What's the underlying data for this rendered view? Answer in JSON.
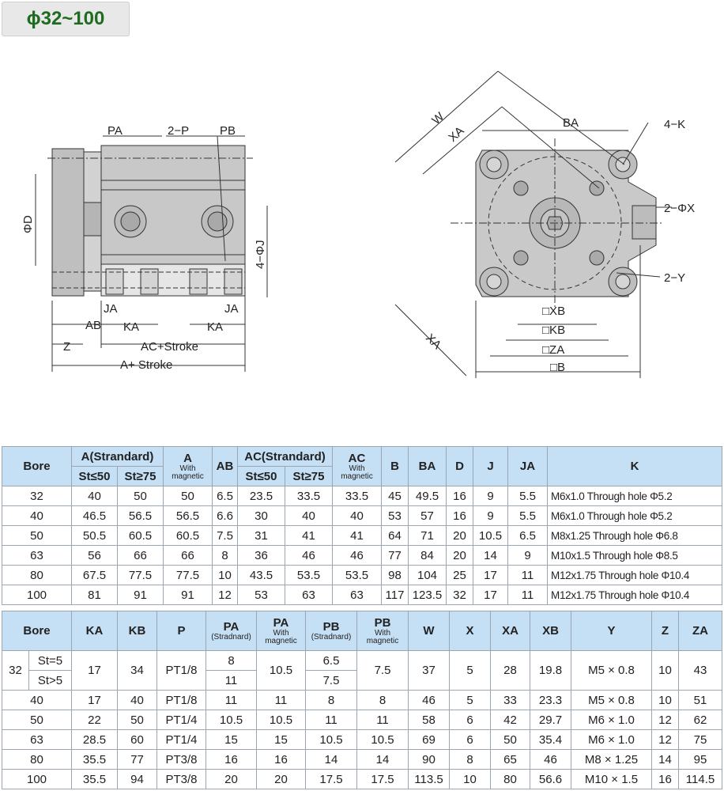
{
  "title": "ϕ32~100",
  "side_view": {
    "labels": {
      "pa": "PA",
      "p": "2−P",
      "pb": "PB",
      "d": "ΦD",
      "j": "4−ΦJ",
      "ja_left": "JA",
      "ja_right": "JA",
      "ab": "AB",
      "ka_left": "KA",
      "ka_right": "KA",
      "z": "Z",
      "ac": "AC+Stroke",
      "a": "A+ Stroke"
    }
  },
  "end_view": {
    "labels": {
      "w": "W",
      "xa_top": "XA",
      "ba": "BA",
      "k": "4−K",
      "x": "2−ΦX",
      "y": "2−Y",
      "xa_bottom": "XA",
      "xb": "□XB",
      "kb": "□KB",
      "za": "□ZA",
      "b": "□B"
    }
  },
  "table1": {
    "headers": {
      "bore": "Bore",
      "a_std": "A(Strandard)",
      "a_st50": "St≤50",
      "a_st75": "St≥75",
      "a_mag_1": "A",
      "a_mag_2": "With",
      "a_mag_3": "magnetic",
      "ab": "AB",
      "ac_std": "AC(Strandard)",
      "ac_st50": "St≤50",
      "ac_st75": "St≥75",
      "ac_mag_1": "AC",
      "ac_mag_2": "With",
      "ac_mag_3": "magnetic",
      "b": "B",
      "ba": "BA",
      "d": "D",
      "j": "J",
      "ja": "JA",
      "k": "K"
    },
    "rows": [
      {
        "bore": "32",
        "a50": "40",
        "a75": "50",
        "amag": "50",
        "ab": "6.5",
        "ac50": "23.5",
        "ac75": "33.5",
        "acmag": "33.5",
        "b": "45",
        "ba": "49.5",
        "d": "16",
        "j": "9",
        "ja": "5.5",
        "k": "M6x1.0 Through hole Φ5.2"
      },
      {
        "bore": "40",
        "a50": "46.5",
        "a75": "56.5",
        "amag": "56.5",
        "ab": "6.6",
        "ac50": "30",
        "ac75": "40",
        "acmag": "40",
        "b": "53",
        "ba": "57",
        "d": "16",
        "j": "9",
        "ja": "5.5",
        "k": "M6x1.0 Through hole Φ5.2"
      },
      {
        "bore": "50",
        "a50": "50.5",
        "a75": "60.5",
        "amag": "60.5",
        "ab": "7.5",
        "ac50": "31",
        "ac75": "41",
        "acmag": "41",
        "b": "64",
        "ba": "71",
        "d": "20",
        "j": "10.5",
        "ja": "6.5",
        "k": "M8x1.25 Through hole Φ6.8"
      },
      {
        "bore": "63",
        "a50": "56",
        "a75": "66",
        "amag": "66",
        "ab": "8",
        "ac50": "36",
        "ac75": "46",
        "acmag": "46",
        "b": "77",
        "ba": "84",
        "d": "20",
        "j": "14",
        "ja": "9",
        "k": "M10x1.5 Through hole Φ8.5"
      },
      {
        "bore": "80",
        "a50": "67.5",
        "a75": "77.5",
        "amag": "77.5",
        "ab": "10",
        "ac50": "43.5",
        "ac75": "53.5",
        "acmag": "53.5",
        "b": "98",
        "ba": "104",
        "d": "25",
        "j": "17",
        "ja": "11",
        "k": "M12x1.75 Through hole Φ10.4"
      },
      {
        "bore": "100",
        "a50": "81",
        "a75": "91",
        "amag": "91",
        "ab": "12",
        "ac50": "53",
        "ac75": "63",
        "acmag": "63",
        "b": "117",
        "ba": "123.5",
        "d": "32",
        "j": "17",
        "ja": "11",
        "k": "M12x1.75 Through hole Φ10.4"
      }
    ]
  },
  "table2": {
    "headers": {
      "bore": "Bore",
      "ka": "KA",
      "kb": "KB",
      "p": "P",
      "pa_std_1": "PA",
      "pa_std_2": "(Stradnard)",
      "pa_mag_1": "PA",
      "pa_mag_2": "With",
      "pa_mag_3": "magnetic",
      "pb_std_1": "PB",
      "pb_std_2": "(Stradnard)",
      "pb_mag_1": "PB",
      "pb_mag_2": "With",
      "pb_mag_3": "magnetic",
      "w": "W",
      "x": "X",
      "xa": "XA",
      "xb": "XB",
      "y": "Y",
      "z": "Z",
      "za": "ZA"
    },
    "row32": {
      "bore": "32",
      "st_a": "St=5",
      "st_b": "St>5",
      "ka": "17",
      "kb": "34",
      "p": "PT1/8",
      "pa_a": "8",
      "pa_b": "11",
      "pamag": "10.5",
      "pb_a": "6.5",
      "pb_b": "7.5",
      "pbmag": "7.5",
      "w": "37",
      "x": "5",
      "xa": "28",
      "xb": "19.8",
      "y": "M5 × 0.8",
      "z": "10",
      "za": "43"
    },
    "rows": [
      {
        "bore": "40",
        "ka": "17",
        "kb": "40",
        "p": "PT1/8",
        "pa": "11",
        "pamag": "11",
        "pb": "8",
        "pbmag": "8",
        "w": "46",
        "x": "5",
        "xa": "33",
        "xb": "23.3",
        "y": "M5 × 0.8",
        "z": "10",
        "za": "51"
      },
      {
        "bore": "50",
        "ka": "22",
        "kb": "50",
        "p": "PT1/4",
        "pa": "10.5",
        "pamag": "10.5",
        "pb": "11",
        "pbmag": "11",
        "w": "58",
        "x": "6",
        "xa": "42",
        "xb": "29.7",
        "y": "M6 × 1.0",
        "z": "12",
        "za": "62"
      },
      {
        "bore": "63",
        "ka": "28.5",
        "kb": "60",
        "p": "PT1/4",
        "pa": "15",
        "pamag": "15",
        "pb": "10.5",
        "pbmag": "10.5",
        "w": "69",
        "x": "6",
        "xa": "50",
        "xb": "35.4",
        "y": "M6 × 1.0",
        "z": "12",
        "za": "75"
      },
      {
        "bore": "80",
        "ka": "35.5",
        "kb": "77",
        "p": "PT3/8",
        "pa": "16",
        "pamag": "16",
        "pb": "14",
        "pbmag": "14",
        "w": "90",
        "x": "8",
        "xa": "65",
        "xb": "46",
        "y": "M8 × 1.25",
        "z": "14",
        "za": "95"
      },
      {
        "bore": "100",
        "ka": "35.5",
        "kb": "94",
        "p": "PT3/8",
        "pa": "20",
        "pamag": "20",
        "pb": "17.5",
        "pbmag": "17.5",
        "w": "113.5",
        "x": "10",
        "xa": "80",
        "xb": "56.6",
        "y": "M10 × 1.5",
        "z": "16",
        "za": "114.5"
      }
    ]
  }
}
